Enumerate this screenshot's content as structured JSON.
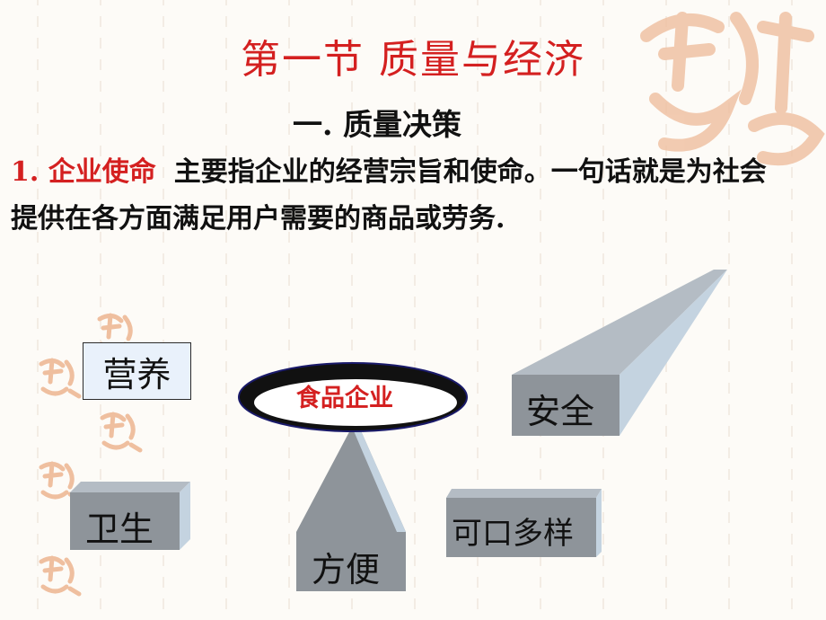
{
  "slide": {
    "title": "第一节  质量与经济",
    "subtitle": "一. 质量决策",
    "paragraph": {
      "lead": "1. 企业使命",
      "text": "主要指企业的经营宗旨和使命。一句话就是为社会提供在各方面满足用户需要的商品或劳务."
    }
  },
  "diagram": {
    "center_label": "食品企业",
    "items": {
      "nutrition": "营养",
      "safety": "安全",
      "hygiene": "卫生",
      "convenience": "方便",
      "variety": "可口多样"
    }
  },
  "colors": {
    "title": "#d42020",
    "beam_front": "#8e949a",
    "beam_side": "#c4d3e0",
    "beam_top": "#b4bcc4",
    "ring": "#111111",
    "seal": "#e8a67e"
  },
  "icons": [
    "auspicious-seal-icon"
  ]
}
